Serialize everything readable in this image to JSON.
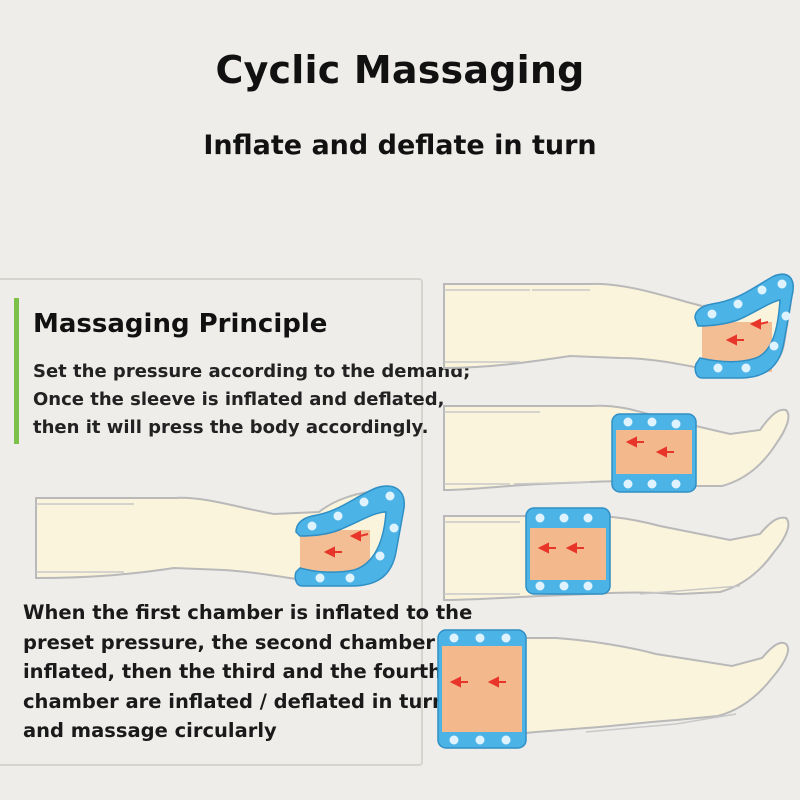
{
  "header": {
    "title": "Cyclic Massaging",
    "subtitle": "Inflate and deflate in turn"
  },
  "principle": {
    "title": "Massaging Principle",
    "lines": [
      "Set the pressure according to the demand;",
      "Once the sleeve is inflated and deflated,",
      "then it will press the body accordingly."
    ]
  },
  "description": {
    "lines": [
      "When the first chamber is inflated to the",
      "preset pressure, the second chamber is",
      "inflated, then the third and the fourth",
      "chamber are inflated / deflated in turn,",
      "and massage circularly"
    ]
  },
  "colors": {
    "sleeve_blue": "#4cb3e6",
    "pressure_zone": "#f3b88c",
    "skin": "#fbf4dc",
    "arrow": "#e8352a",
    "accent_bar": "#7cc24a"
  },
  "stages": [
    {
      "chamber": 1,
      "zone": "foot"
    },
    {
      "chamber": 2,
      "zone": "calf"
    },
    {
      "chamber": 3,
      "zone": "knee"
    },
    {
      "chamber": 4,
      "zone": "thigh"
    }
  ]
}
